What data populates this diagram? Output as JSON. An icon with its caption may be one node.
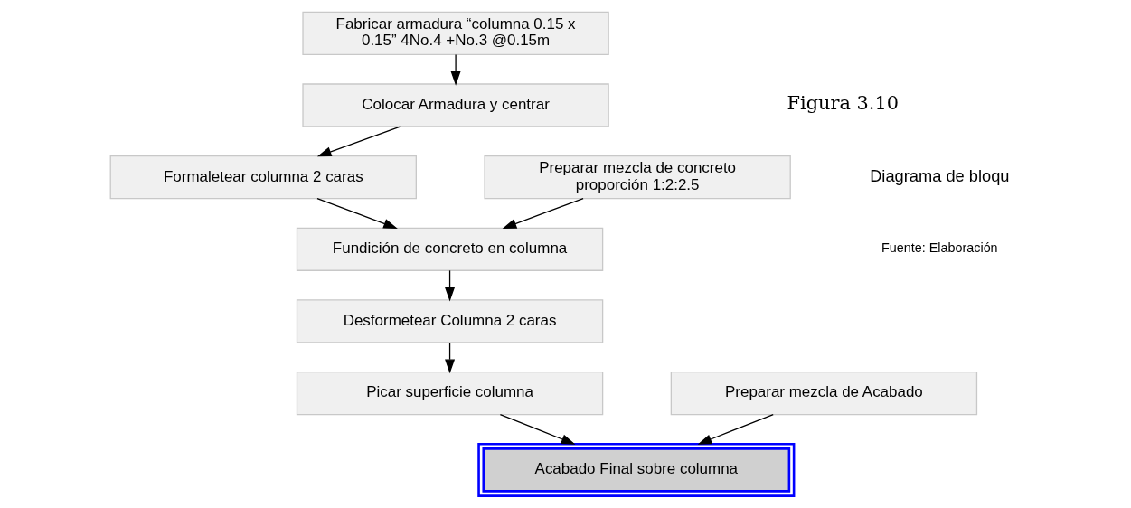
{
  "diagram": {
    "nodes": [
      {
        "text": [
          "Fabricar armadura “columna 0.15 x 0.15” 4No.4 +No.3 @0.15m"
        ]
      },
      {
        "text": [
          "Colocar Armadura y centrar"
        ]
      },
      {
        "text": [
          "Formaletear columna 2 caras"
        ]
      },
      {
        "text": [
          "Fundición de concreto en columna"
        ]
      },
      {
        "text": [
          "Desformetear Columna 2 caras"
        ]
      },
      {
        "text": [
          "Picar superficie columna"
        ]
      },
      {
        "text": [
          "Preparar mezcla de concreto proporción 1:2:2.5"
        ]
      },
      {
        "text": [
          "Preparar mezcla de Acabado"
        ]
      },
      {
        "text": [
          "Acabado Final sobre columna"
        ]
      }
    ],
    "edges": [
      {
        "from": 0,
        "to": 1,
        "arrow": "to"
      },
      {
        "from": 1,
        "to": 2,
        "arrow": "to"
      },
      {
        "from": 2,
        "to": 3,
        "arrow": "to"
      },
      {
        "from": 6,
        "to": 3,
        "arrow": "to"
      },
      {
        "from": 3,
        "to": 4,
        "arrow": "to"
      },
      {
        "from": 4,
        "to": 5,
        "arrow": "to"
      },
      {
        "from": 5,
        "to": 8,
        "arrow": "to"
      },
      {
        "from": 7,
        "to": 8,
        "arrow": "to"
      }
    ],
    "labels": [
      "Figura 3.10",
      "Diagrama de bloqu",
      "Fuente: Elaboración"
    ]
  }
}
